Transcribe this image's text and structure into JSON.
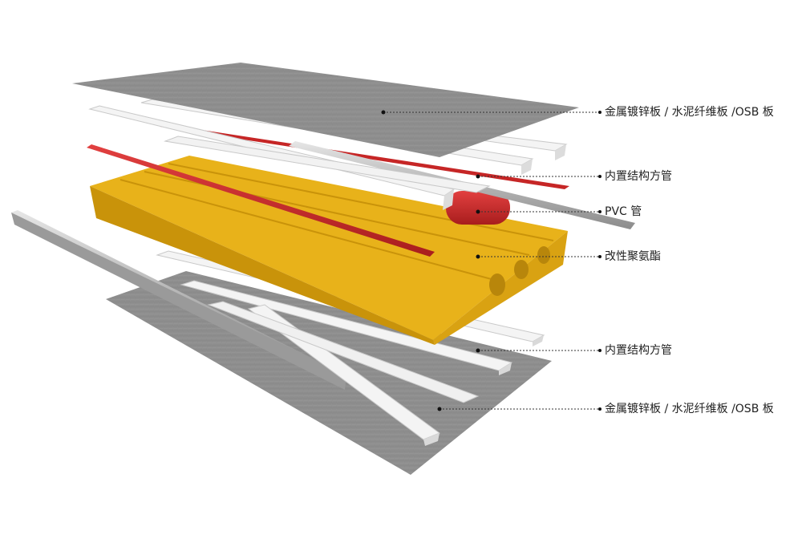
{
  "colors": {
    "metal_sheet": "#8e8e8e",
    "metal_sheet_dark": "#7a7a7a",
    "tube_white": "#f4f4f4",
    "tube_edge": "#c9c9c9",
    "pvc_red": "#d42a2a",
    "pvc_red_dark": "#a81d1d",
    "polyurethane": "#e8b21a",
    "polyurethane_side": "#c9930a",
    "polyurethane_top": "#f0c02a",
    "steel_rod": "#c0c0c0",
    "leader_line": "#333333",
    "label_text": "#222222"
  },
  "callouts": [
    {
      "id": "top-sheet",
      "label": "金属镀锌板 / 水泥纤维板 /OSB 板"
    },
    {
      "id": "upper-square-tube",
      "label": "内置结构方管"
    },
    {
      "id": "pvc-pipe",
      "label": "PVC 管"
    },
    {
      "id": "polyurethane-core",
      "label": "改性聚氨酯"
    },
    {
      "id": "lower-square-tube",
      "label": "内置结构方管"
    },
    {
      "id": "bottom-sheet",
      "label": "金属镀锌板 / 水泥纤维板 /OSB 板"
    }
  ]
}
